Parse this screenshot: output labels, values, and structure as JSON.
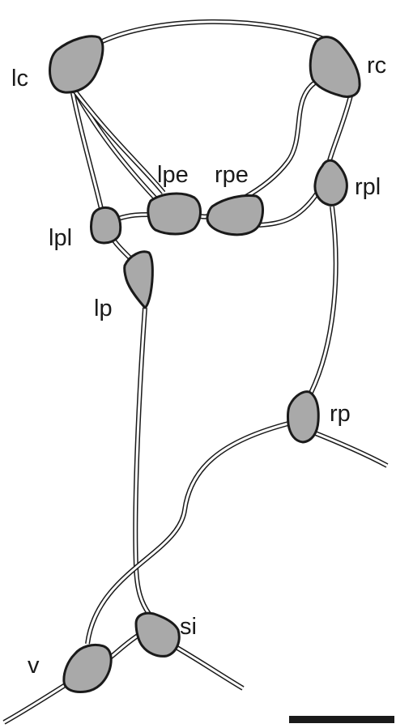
{
  "colors": {
    "ganglion_fill": "#a9a9a9",
    "outline": "#1a1a1a",
    "background": "#ffffff"
  },
  "labels": {
    "lc": "lc",
    "rc": "rc",
    "lpe": "lpe",
    "rpe": "rpe",
    "rpl": "rpl",
    "lpl": "lpl",
    "lp": "lp",
    "rp": "rp",
    "si": "si",
    "v": "v"
  },
  "scale_bar": {
    "label": ""
  }
}
